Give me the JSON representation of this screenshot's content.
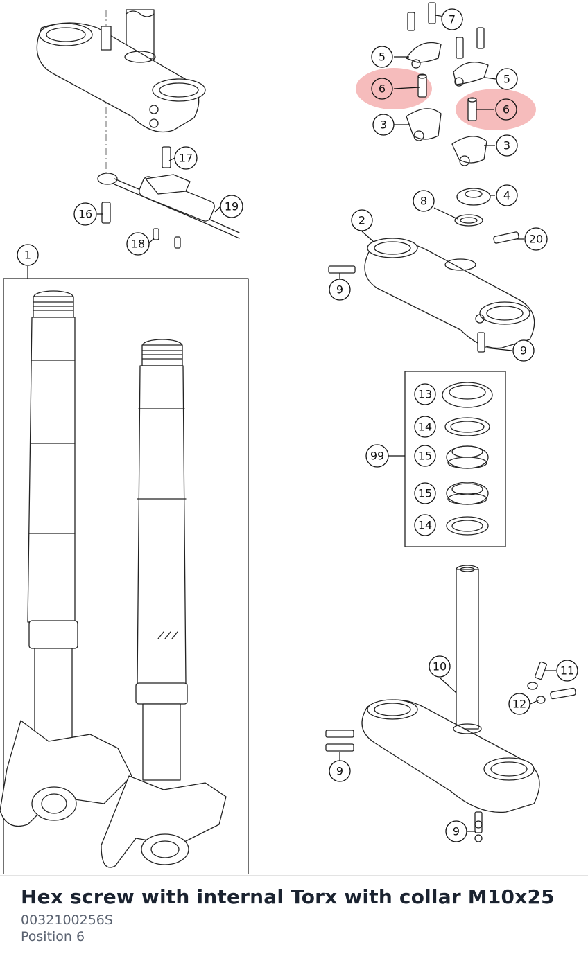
{
  "diagram": {
    "callouts": [
      {
        "label": "1"
      },
      {
        "label": "2"
      },
      {
        "label": "3"
      },
      {
        "label": "3"
      },
      {
        "label": "4"
      },
      {
        "label": "5"
      },
      {
        "label": "5"
      },
      {
        "label": "6"
      },
      {
        "label": "6"
      },
      {
        "label": "7"
      },
      {
        "label": "8"
      },
      {
        "label": "9"
      },
      {
        "label": "9"
      },
      {
        "label": "9"
      },
      {
        "label": "9"
      },
      {
        "label": "10"
      },
      {
        "label": "11"
      },
      {
        "label": "12"
      },
      {
        "label": "13"
      },
      {
        "label": "14"
      },
      {
        "label": "15"
      },
      {
        "label": "15"
      },
      {
        "label": "14"
      },
      {
        "label": "99"
      },
      {
        "label": "16"
      },
      {
        "label": "17"
      },
      {
        "label": "18"
      },
      {
        "label": "19"
      },
      {
        "label": "20"
      }
    ],
    "highlight_color": "#f3a6a6"
  },
  "part": {
    "title": "Hex screw with internal Torx with collar M10x25",
    "number": "0032100256S",
    "position": "Position 6"
  }
}
